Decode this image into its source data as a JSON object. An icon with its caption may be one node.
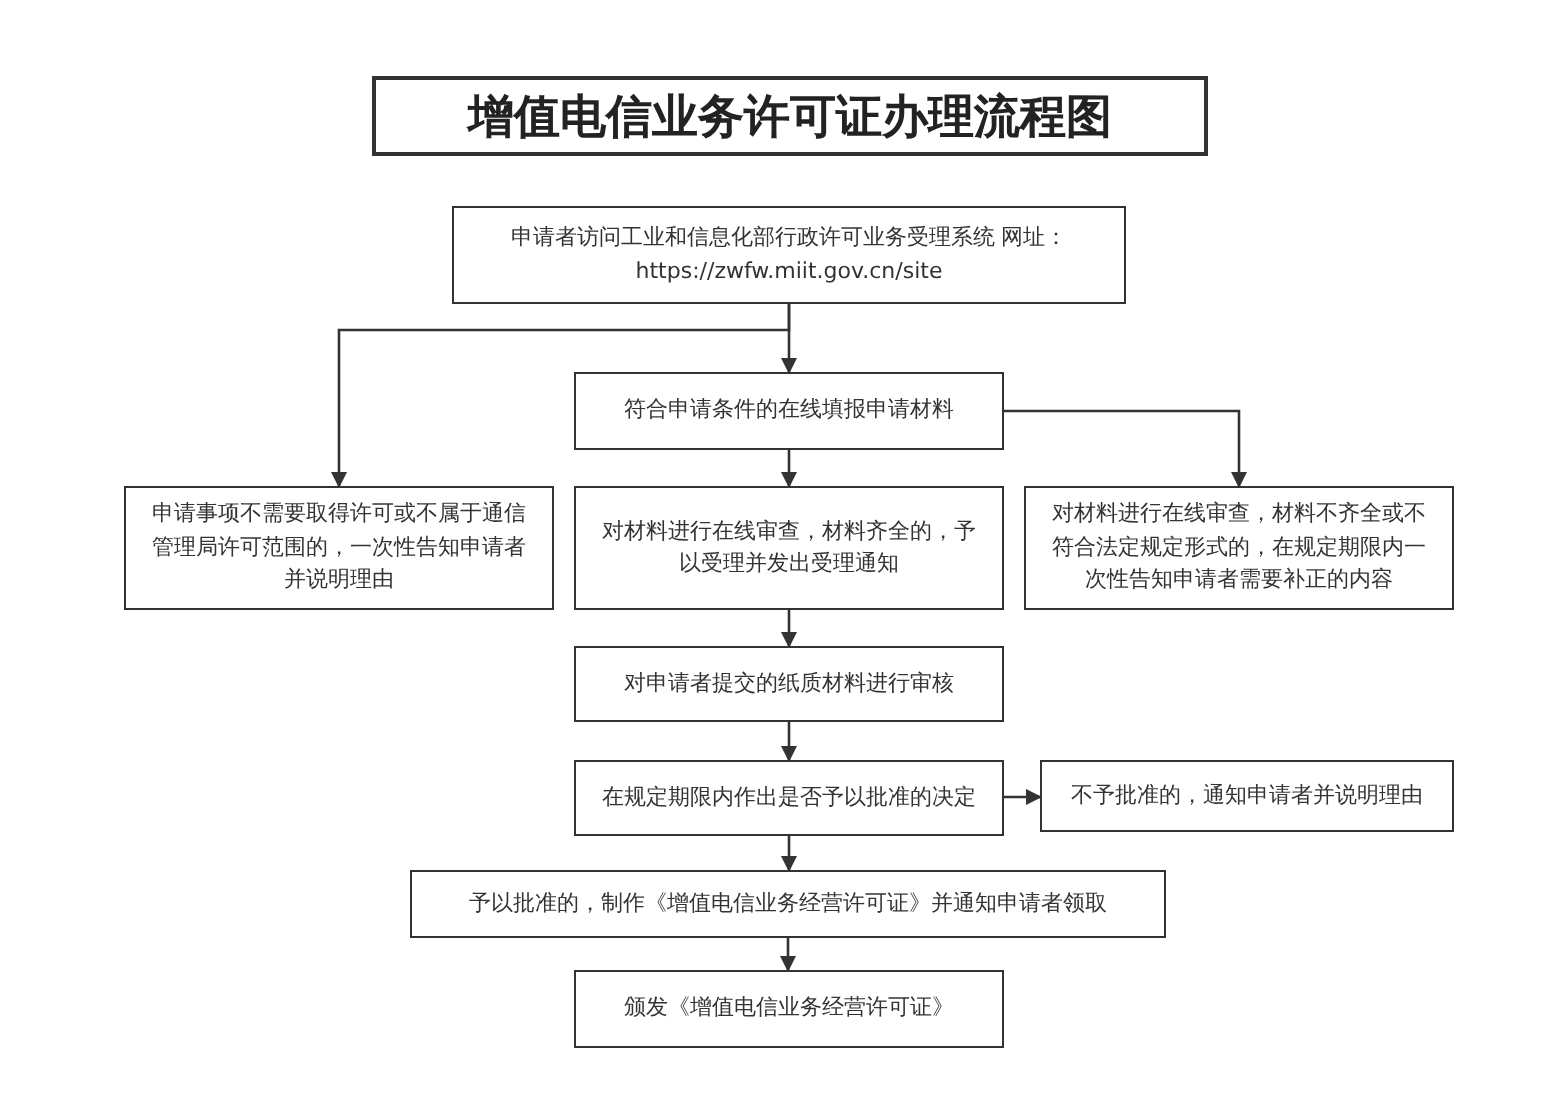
{
  "diagram": {
    "title": "增值电信业务许可证办理流程图",
    "nodes": [
      {
        "text": [
          "申请者访问工业和信息化部行政许可业务受理系统 网址：https://zwfw.miit.gov.cn/site"
        ]
      },
      {
        "text": [
          "符合申请条件的在线填报申请材料"
        ]
      },
      {
        "text": [
          "申请事项不需要取得许可或不属于通信管理局许可范围的，一次性告知申请者并说明理由"
        ]
      },
      {
        "text": [
          "对材料进行在线审查，材料齐全的，予以受理并发出受理通知"
        ]
      },
      {
        "text": [
          "对材料进行在线审查，材料不齐全或不符合法定规定形式的，在规定期限内一次性告知申请者需要补正的内容"
        ]
      },
      {
        "text": [
          "对申请者提交的纸质材料进行审核"
        ]
      },
      {
        "text": [
          "在规定期限内作出是否予以批准的决定"
        ]
      },
      {
        "text": [
          "不予批准的，通知申请者并说明理由"
        ]
      },
      {
        "text": [
          "予以批准的，制作《增值电信业务经营许可证》并通知申请者领取"
        ]
      },
      {
        "text": [
          "颁发《增值电信业务经营许可证》"
        ]
      }
    ],
    "edges": [
      {
        "from": 0,
        "to": 1,
        "arrow": "to"
      },
      {
        "from": 0,
        "to": 2,
        "arrow": "to"
      },
      {
        "from": 1,
        "to": 3,
        "arrow": "to"
      },
      {
        "from": 1,
        "to": 4,
        "arrow": "to"
      },
      {
        "from": 3,
        "to": 5,
        "arrow": "to"
      },
      {
        "from": 5,
        "to": 6,
        "arrow": "to"
      },
      {
        "from": 6,
        "to": 7,
        "arrow": "to"
      },
      {
        "from": 6,
        "to": 8,
        "arrow": "to"
      },
      {
        "from": 8,
        "to": 9,
        "arrow": "to"
      }
    ]
  }
}
